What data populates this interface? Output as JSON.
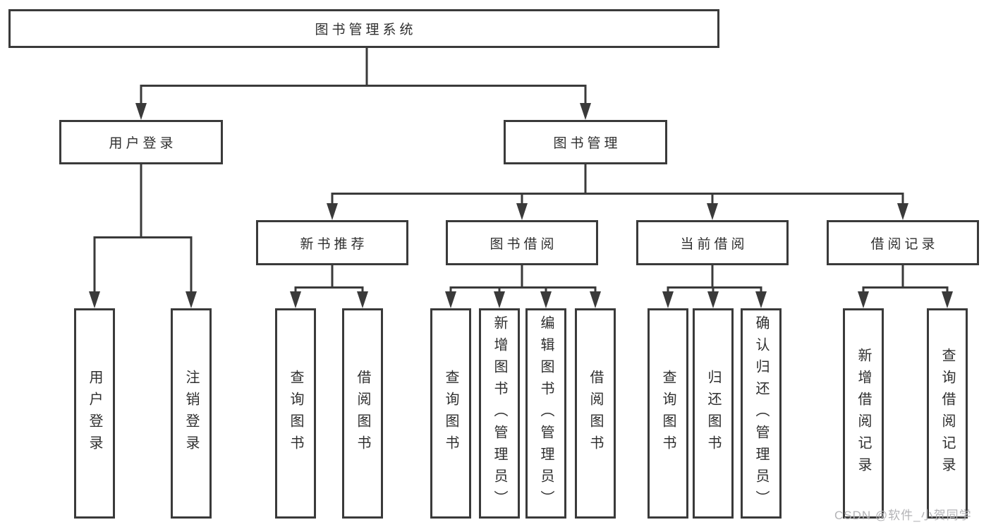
{
  "tree": {
    "root": {
      "label": "图书管理系统"
    },
    "branches": [
      {
        "label": "用户登录",
        "children": [
          {
            "label": "用户登录"
          },
          {
            "label": "注销登录"
          }
        ]
      },
      {
        "label": "图书管理",
        "children": [
          {
            "label": "新书推荐",
            "children": [
              {
                "label": "查询图书"
              },
              {
                "label": "借阅图书"
              }
            ]
          },
          {
            "label": "图书借阅",
            "children": [
              {
                "label": "查询图书"
              },
              {
                "label": "新增图书（管理员）"
              },
              {
                "label": "编辑图书（管理员）"
              },
              {
                "label": "借阅图书"
              }
            ]
          },
          {
            "label": "当前借阅",
            "children": [
              {
                "label": "查询图书"
              },
              {
                "label": "归还图书"
              },
              {
                "label": "确认归还（管理员）"
              }
            ]
          },
          {
            "label": "借阅记录",
            "children": [
              {
                "label": "新增借阅记录"
              },
              {
                "label": "查询借阅记录"
              }
            ]
          }
        ]
      }
    ]
  },
  "watermark": {
    "text": "CSDN @软件_小贺同学"
  },
  "colors": {
    "line": "#3a3a3a",
    "text": "#2f2f2f",
    "background": "#ffffff",
    "watermark": "#b3b3b6"
  }
}
